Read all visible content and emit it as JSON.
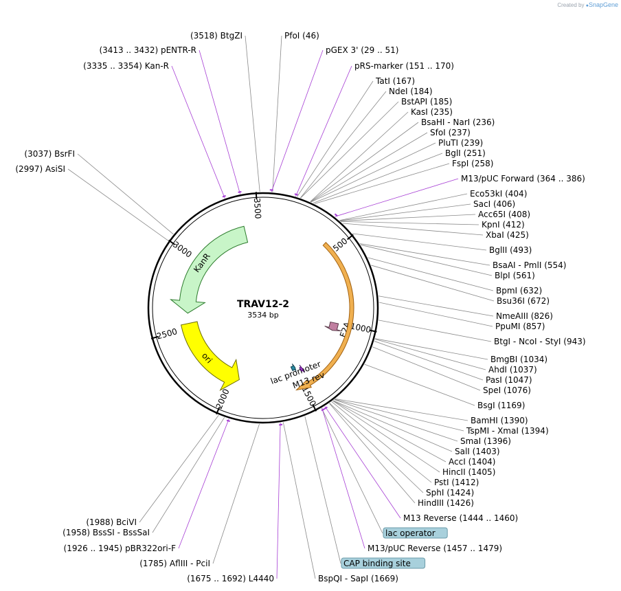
{
  "credit": {
    "created_by": "Created by",
    "brand": "SnapGene"
  },
  "plasmid": {
    "name": "TRAV12-2",
    "size": "3534 bp",
    "length": 3534
  },
  "ticks": [
    "500",
    "1000",
    "1500",
    "2000",
    "2500",
    "3000",
    "3500"
  ],
  "features": [
    {
      "id": "KanR",
      "label": "KanR",
      "start": 2611,
      "end": 3404,
      "color": "#c8f5c8",
      "stroke": "#2a7a2a",
      "direction": "reverse"
    },
    {
      "id": "ori",
      "label": "ori",
      "start": 1947,
      "end": 2535,
      "color": "#ffff00",
      "stroke": "#6d6d00",
      "direction": "reverse"
    },
    {
      "id": "F2A",
      "label": "F2A",
      "start": 1000,
      "end": 1060,
      "color": "#c07fa0",
      "stroke": "#5a3a4a",
      "direction": "forward"
    },
    {
      "id": "orf",
      "label": "",
      "start": 430,
      "end": 1550,
      "color": "#f0b050",
      "stroke": "#a06010",
      "direction": "forward"
    },
    {
      "id": "lac_promoter",
      "label": "lac promoter",
      "start": 1490,
      "end": 1520,
      "color": "#2a8aa0",
      "stroke": "#104050",
      "direction": "reverse"
    },
    {
      "id": "M13_rev",
      "label": "M13 rev",
      "start": 1444,
      "end": 1460,
      "color": "#a63dd4",
      "stroke": "#501070",
      "direction": "reverse"
    }
  ],
  "labels_right": [
    {
      "kind": "site",
      "names": [
        "PfoI"
      ],
      "pos": "(46)",
      "site": 46
    },
    {
      "kind": "primer",
      "text": "pGEX 3'",
      "range": "(29 .. 51)",
      "site": 40
    },
    {
      "kind": "primer",
      "text": "pRS-marker",
      "range": "(151 .. 170)",
      "site": 160
    },
    {
      "kind": "site",
      "names": [
        "TatI"
      ],
      "pos": "(167)",
      "site": 167
    },
    {
      "kind": "site",
      "names": [
        "NdeI"
      ],
      "pos": "(184)",
      "site": 184
    },
    {
      "kind": "site",
      "names": [
        "BstAPI"
      ],
      "pos": "(185)",
      "site": 185
    },
    {
      "kind": "site",
      "names": [
        "KasI"
      ],
      "pos": "(235)",
      "site": 235
    },
    {
      "kind": "site",
      "names": [
        "BsaHI",
        "NarI"
      ],
      "pos": "(236)",
      "site": 236
    },
    {
      "kind": "site",
      "names": [
        "SfoI"
      ],
      "pos": "(237)",
      "site": 237
    },
    {
      "kind": "site",
      "names": [
        "PluTI"
      ],
      "pos": "(239)",
      "site": 239
    },
    {
      "kind": "site",
      "names": [
        "BglI"
      ],
      "pos": "(251)",
      "site": 251
    },
    {
      "kind": "site",
      "names": [
        "FspI"
      ],
      "pos": "(258)",
      "site": 258
    },
    {
      "kind": "primer",
      "text": "M13/pUC Forward",
      "range": "(364 .. 386)",
      "site": 375
    },
    {
      "kind": "site",
      "names": [
        "Eco53kI"
      ],
      "pos": "(404)",
      "site": 404
    },
    {
      "kind": "site",
      "names": [
        "SacI"
      ],
      "pos": "(406)",
      "site": 406
    },
    {
      "kind": "site",
      "names": [
        "Acc65I"
      ],
      "pos": "(408)",
      "site": 408
    },
    {
      "kind": "site",
      "names": [
        "KpnI"
      ],
      "pos": "(412)",
      "site": 412
    },
    {
      "kind": "site",
      "names": [
        "XbaI"
      ],
      "pos": "(425)",
      "site": 425
    },
    {
      "kind": "site",
      "names": [
        "BglII"
      ],
      "pos": "(493)",
      "site": 493
    },
    {
      "kind": "site",
      "names": [
        "BsaAI",
        "PmlI"
      ],
      "pos": "(554)",
      "site": 554
    },
    {
      "kind": "site",
      "names": [
        "BlpI"
      ],
      "pos": "(561)",
      "site": 561
    },
    {
      "kind": "site",
      "names": [
        "BpmI"
      ],
      "pos": "(632)",
      "site": 632
    },
    {
      "kind": "site",
      "names": [
        "Bsu36I"
      ],
      "pos": "(672)",
      "site": 672
    },
    {
      "kind": "site",
      "names": [
        "NmeAIII"
      ],
      "pos": "(826)",
      "site": 826
    },
    {
      "kind": "site",
      "names": [
        "PpuMI"
      ],
      "pos": "(857)",
      "site": 857
    },
    {
      "kind": "site",
      "names": [
        "BtgI",
        "NcoI",
        "StyI"
      ],
      "pos": "(943)",
      "site": 943
    },
    {
      "kind": "site",
      "names": [
        "BmgBI"
      ],
      "pos": "(1034)",
      "site": 1034
    },
    {
      "kind": "site",
      "names": [
        "AhdI"
      ],
      "pos": "(1037)",
      "site": 1037
    },
    {
      "kind": "site",
      "names": [
        "PasI"
      ],
      "pos": "(1047)",
      "site": 1047
    },
    {
      "kind": "site",
      "names": [
        "SpeI"
      ],
      "pos": "(1076)",
      "site": 1076
    },
    {
      "kind": "site",
      "names": [
        "BsgI"
      ],
      "pos": "(1169)",
      "site": 1169
    },
    {
      "kind": "site",
      "names": [
        "BamHI"
      ],
      "pos": "(1390)",
      "site": 1390
    },
    {
      "kind": "site",
      "names": [
        "TspMI",
        "XmaI"
      ],
      "pos": "(1394)",
      "site": 1394
    },
    {
      "kind": "site",
      "names": [
        "SmaI"
      ],
      "pos": "(1396)",
      "site": 1396
    },
    {
      "kind": "site",
      "names": [
        "SalI"
      ],
      "pos": "(1403)",
      "site": 1403
    },
    {
      "kind": "site",
      "names": [
        "AccI"
      ],
      "pos": "(1404)",
      "site": 1404
    },
    {
      "kind": "site",
      "names": [
        "HincII"
      ],
      "pos": "(1405)",
      "site": 1405
    },
    {
      "kind": "site",
      "names": [
        "PstI"
      ],
      "pos": "(1412)",
      "site": 1412
    },
    {
      "kind": "site",
      "names": [
        "SphI"
      ],
      "pos": "(1424)",
      "site": 1424
    },
    {
      "kind": "site",
      "names": [
        "HindIII"
      ],
      "pos": "(1426)",
      "site": 1426
    },
    {
      "kind": "primer",
      "text": "M13 Reverse",
      "range": "(1444 .. 1460)",
      "site": 1452
    },
    {
      "kind": "box",
      "text": "lac operator",
      "site": 1470
    },
    {
      "kind": "primer",
      "text": "M13/pUC Reverse",
      "range": "(1457 .. 1479)",
      "site": 1468
    },
    {
      "kind": "box",
      "text": "CAP binding site",
      "site": 1560
    },
    {
      "kind": "site",
      "names": [
        "BspQI",
        "SapI"
      ],
      "pos": "(1669)",
      "site": 1669
    }
  ],
  "labels_left": [
    {
      "kind": "site",
      "names": [
        "BtgZI"
      ],
      "pos": "(3518)",
      "site": 3518
    },
    {
      "kind": "primer",
      "text": "pENTR-R",
      "range": "(3413 .. 3432)",
      "site": 3422
    },
    {
      "kind": "primer",
      "text": "Kan-R",
      "range": "(3335 .. 3354)",
      "site": 3345
    },
    {
      "kind": "site",
      "names": [
        "BsrFI"
      ],
      "pos": "(3037)",
      "site": 3037
    },
    {
      "kind": "site",
      "names": [
        "AsiSI"
      ],
      "pos": "(2997)",
      "site": 2997
    },
    {
      "kind": "site",
      "names": [
        "BciVI"
      ],
      "pos": "(1988)",
      "site": 1988
    },
    {
      "kind": "site",
      "names": [
        "BssSI",
        "BssSaI"
      ],
      "pos": "(1958)",
      "site": 1958
    },
    {
      "kind": "primer",
      "text": "pBR322ori-F",
      "range": "(1926 .. 1945)",
      "site": 1935
    },
    {
      "kind": "site",
      "names": [
        "AflIII",
        "PciI"
      ],
      "pos": "(1785)",
      "site": 1785
    },
    {
      "kind": "primer",
      "text": "L4440",
      "range": "(1675 .. 1692)",
      "site": 1683
    }
  ]
}
